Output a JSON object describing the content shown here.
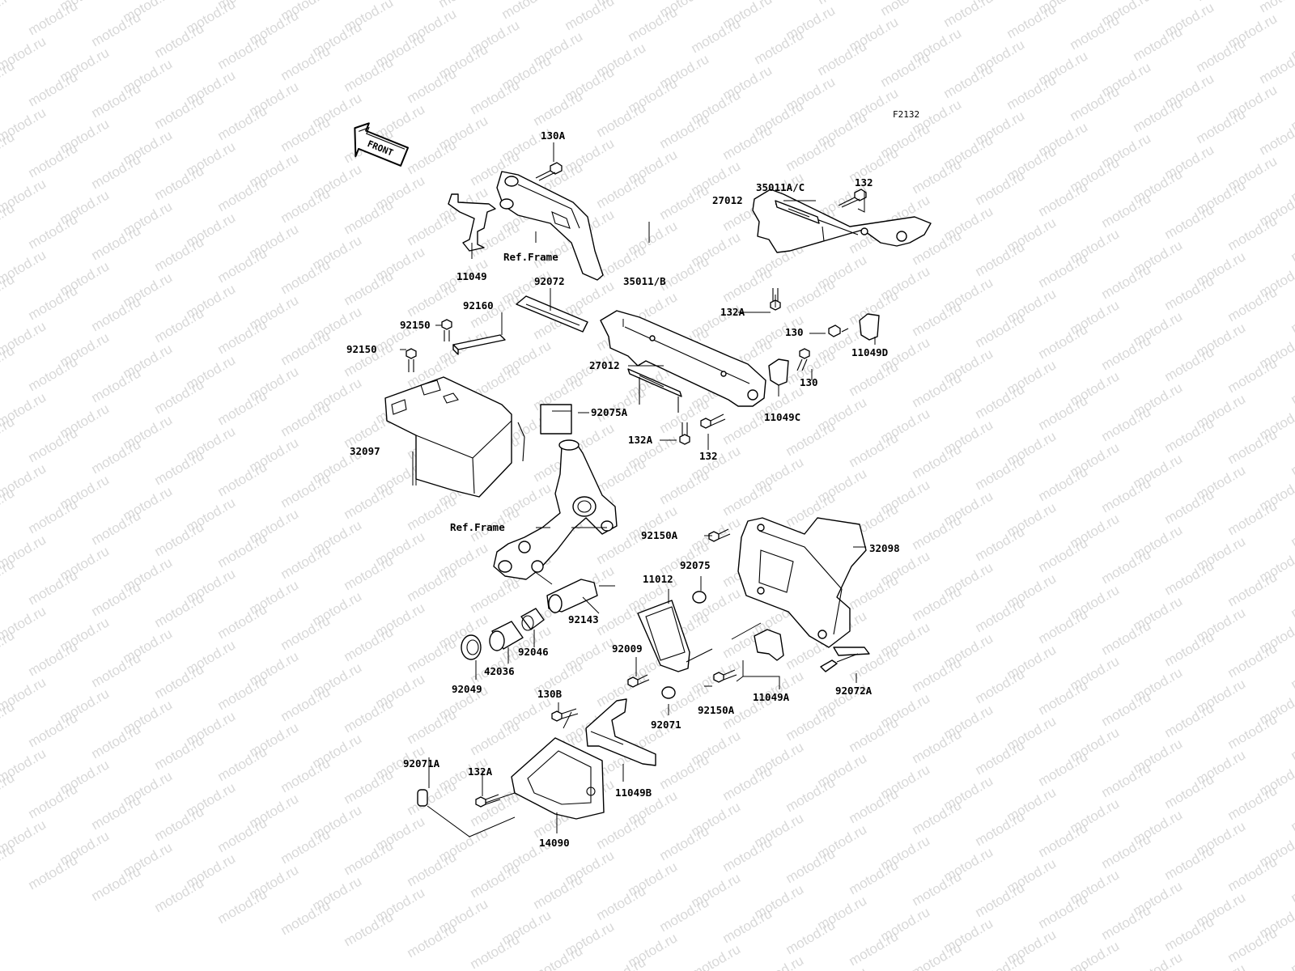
{
  "diagram_code": "F2132",
  "front_arrow_text": "FRONT",
  "watermark_text": "motod.ru",
  "labels": {
    "p130A": "130A",
    "p11049": "11049",
    "ref_frame_top": "Ref.Frame",
    "p35011AC": "35011A/C",
    "p132_top": "132",
    "p27012_top": "27012",
    "p132A_mid": "132A",
    "p130": "130",
    "p11049D": "11049D",
    "p130_b": "130",
    "p11049C": "11049C",
    "p92072": "92072",
    "p35011B": "35011/B",
    "p92160": "92160",
    "p92150_a": "92150",
    "p92150_b": "92150",
    "p27012_mid": "27012",
    "p92075A": "92075A",
    "p132A_low": "132A",
    "p132_low": "132",
    "p32097": "32097",
    "ref_frame_mid": "Ref.Frame",
    "p92150A_top": "92150A",
    "p32098": "32098",
    "p92075": "92075",
    "p11012": "11012",
    "p92143": "92143",
    "p92046": "92046",
    "p42036": "42036",
    "p92049": "92049",
    "p92009": "92009",
    "p92150A_low": "92150A",
    "p11049A": "11049A",
    "p92072A": "92072A",
    "p92071": "92071",
    "p130B": "130B",
    "p92071A": "92071A",
    "p132A_bottom": "132A",
    "p11049B": "11049B",
    "p14090": "14090"
  }
}
